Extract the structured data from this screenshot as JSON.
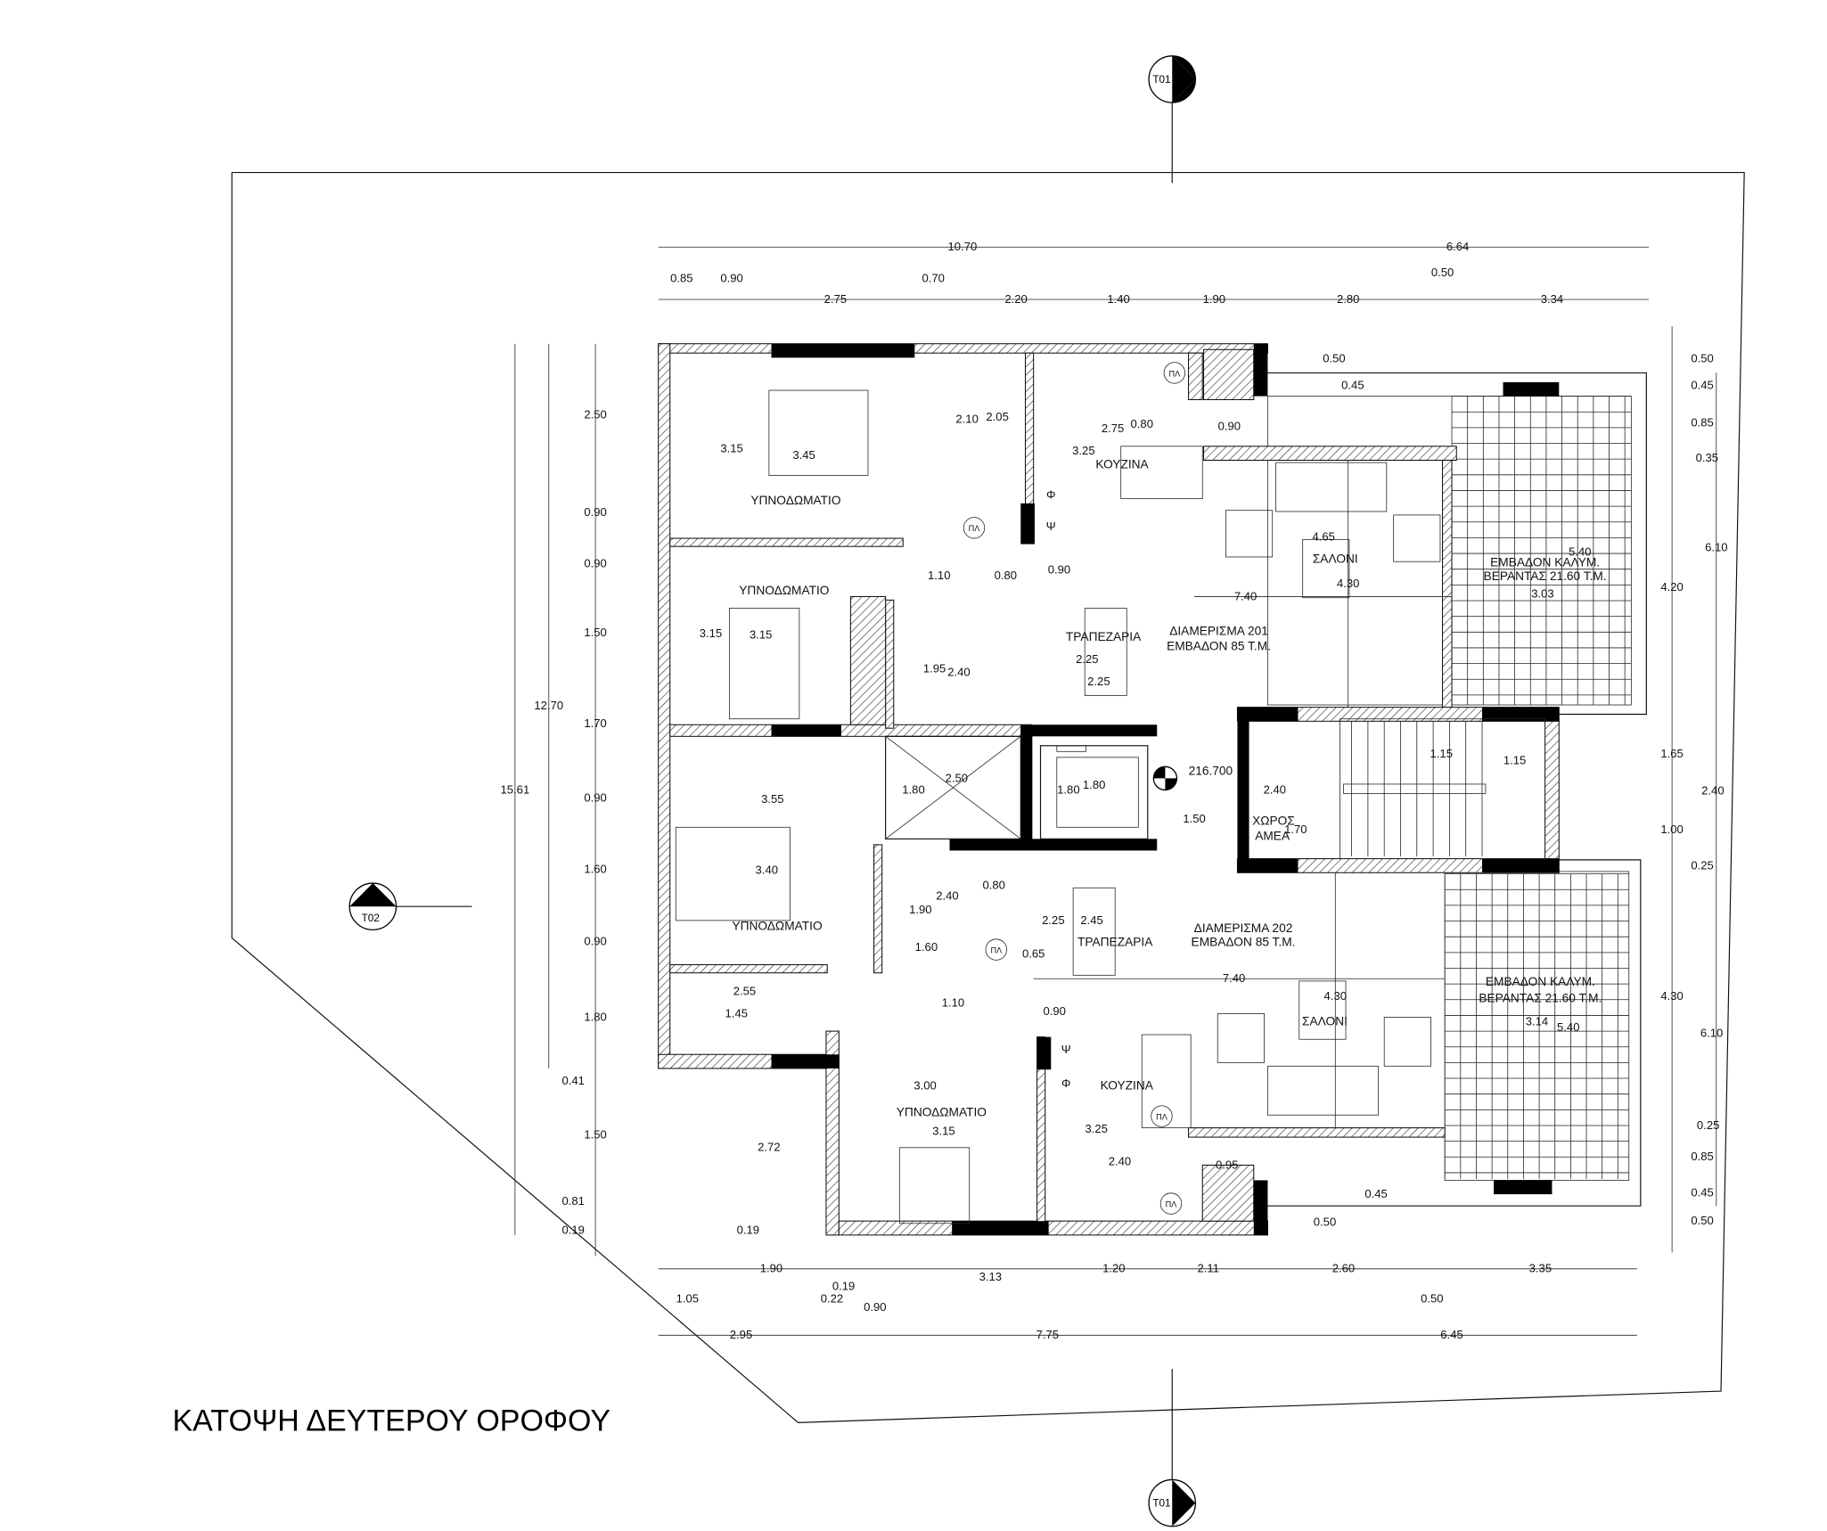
{
  "title": "ΚΑΤΟΨΗ ΔΕΥΤΕΡΟΥ  ΟΡΟΦΟΥ",
  "section_markers": [
    "T01",
    "T01",
    "T02"
  ],
  "rooms": {
    "bedroom": "ΥΠΝΟΔΩΜΑΤΙΟ",
    "kitchen": "ΚΟΥΖΙΝΑ",
    "living": "ΣΑΛΟΝΙ",
    "dining": "ΤΡΑΠΕΖΑΡΙΑ",
    "apt201": "ΔΙΑΜΕΡΙΣΜΑ 201",
    "apt202": "ΔΙΑΜΕΡΙΣΜΑ 202",
    "area85": "ΕΜΒΑΔΟΝ 85 Τ.Μ.",
    "veranda1": "ΕΜΒΑΔΟΝ ΚΑΛΥΜ.",
    "veranda2": "ΒΕΡΑΝΤΑΣ 21.60 Τ.Μ.",
    "amea1": "ΧΩΡΟΣ",
    "amea2": "ΑΜΕΑ",
    "level": "216.700"
  },
  "symbols": {
    "fridge": "Φ",
    "freezer": "Ψ",
    "washer": "ΠΛ"
  },
  "dimensions": [
    "10.70",
    "6.64",
    "0.85",
    "0.90",
    "0.70",
    "0.50",
    "2.75",
    "2.20",
    "1.40",
    "1.90",
    "2.80",
    "3.34",
    "2.50",
    "0.90",
    "0.90",
    "1.50",
    "1.70",
    "0.90",
    "1.60",
    "0.90",
    "1.80",
    "0.41",
    "1.50",
    "0.81",
    "0.19",
    "12.70",
    "15.61",
    "0.50",
    "0.45",
    "0.85",
    "0.35",
    "6.10",
    "4.20",
    "1.65",
    "2.40",
    "1.00",
    "0.25",
    "4.30",
    "6.10",
    "0.25",
    "0.85",
    "0.45",
    "0.50",
    "1.90",
    "0.19",
    "0.22",
    "0.90",
    "1.05",
    "3.13",
    "1.20",
    "2.11",
    "2.60",
    "3.35",
    "0.50",
    "2.95",
    "7.75",
    "6.45",
    "2.72",
    "0.19",
    "3.15",
    "3.45",
    "2.10",
    "2.05",
    "2.75",
    "0.80",
    "0.90",
    "3.25",
    "0.50",
    "0.45",
    "1.10",
    "0.80",
    "0.90",
    "4.65",
    "5.40",
    "4.30",
    "7.40",
    "3.03",
    "3.15",
    "3.15",
    "2.25",
    "2.25",
    "1.95",
    "2.40",
    "1.80",
    "2.50",
    "1.80",
    "1.80",
    "1.50",
    "2.40",
    "1.70",
    "1.15",
    "1.15",
    "3.55",
    "3.40",
    "2.40",
    "0.80",
    "1.90",
    "1.60",
    "2.25",
    "2.45",
    "0.65",
    "7.40",
    "4.30",
    "3.14",
    "5.40",
    "2.55",
    "1.45",
    "1.10",
    "0.90",
    "3.00",
    "3.15",
    "3.25",
    "2.40",
    "0.95",
    "0.45",
    "0.50"
  ]
}
